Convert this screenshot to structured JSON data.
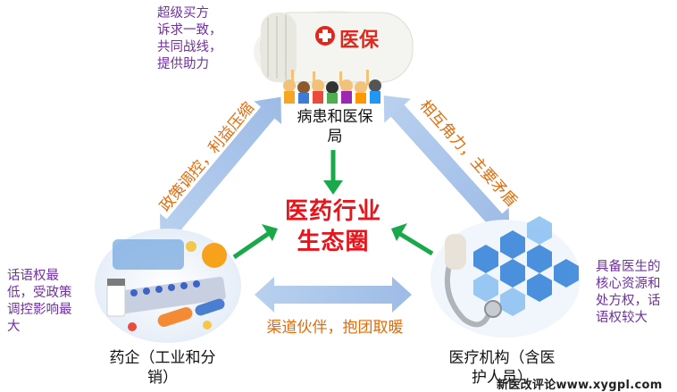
{
  "nodes": {
    "top": {
      "label": "病患和医保局",
      "badge_text": "医保"
    },
    "left": {
      "label": "药企（工业和分销）"
    },
    "right": {
      "label": "医疗机构（含医护人员）"
    }
  },
  "center": {
    "title_line1": "医药行业",
    "title_line2": "生态圈"
  },
  "edges": {
    "left": "政策调控，利益压缩",
    "right": "相互角力，主要矛盾",
    "bottom": "渠道伙伴，抱团取暖"
  },
  "annotations": {
    "top": [
      "超级买方",
      "诉求一致，",
      "共同战线，",
      "提供助力"
    ],
    "left": [
      "话语权最",
      "低，受政策",
      "调控影响最",
      "大"
    ],
    "right": [
      "具备医生的",
      "核心资源和",
      "处方权，话",
      "语权较大"
    ]
  },
  "watermark": "新医改评论www.xygpl.com",
  "colors": {
    "edge_arrow": "#a9c4e8",
    "center_arrow": "#19a84a",
    "center_title": "#e8141b",
    "annotation": "#7030a0",
    "edge_label": "#e26b0a"
  }
}
